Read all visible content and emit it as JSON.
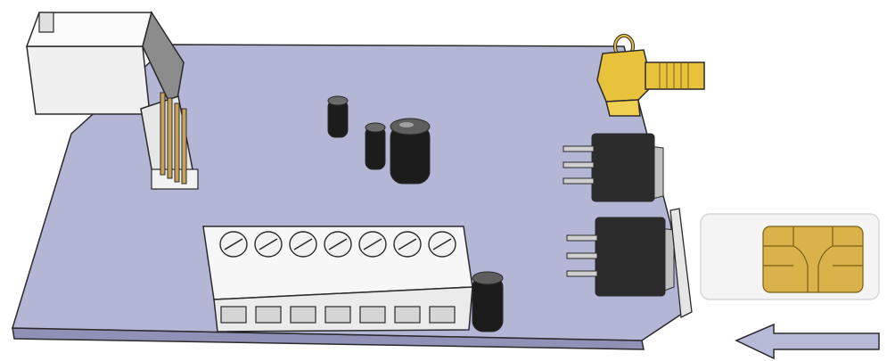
{
  "colors": {
    "background": "#ffffff",
    "pcb_top": "#b4b6d6",
    "pcb_edge": "#8f91b6",
    "outline": "#2a2a2a",
    "usb_housing": "#f0f0f0",
    "usb_shadow": "#8c8c8c",
    "header_pin": "#c9a15a",
    "terminal_block": "#f7f7f7",
    "capacitor": "#1c1c1c",
    "sma_gold": "#e8c23a",
    "regulator_body": "#2c2c2c",
    "regulator_tab": "#bfbfbf",
    "sim_card": "#f4f4f4",
    "sim_chip": "#d9b24a",
    "arrow_fill": "#b7bad6"
  },
  "components": {
    "usb_connector": "usb-connector",
    "pin_header": "pin-header-4",
    "capacitors": [
      "capacitor-small-1",
      "capacitor-small-2",
      "capacitor-large-1",
      "capacitor-large-2"
    ],
    "terminal_block": {
      "screw_count": 7
    },
    "antenna_connector": "sma-connector",
    "regulators": [
      "voltage-regulator-1",
      "voltage-regulator-2"
    ],
    "sim_slot": "sim-card-slot",
    "sim_card": "sim-card",
    "insert_arrow": "insertion-arrow"
  }
}
